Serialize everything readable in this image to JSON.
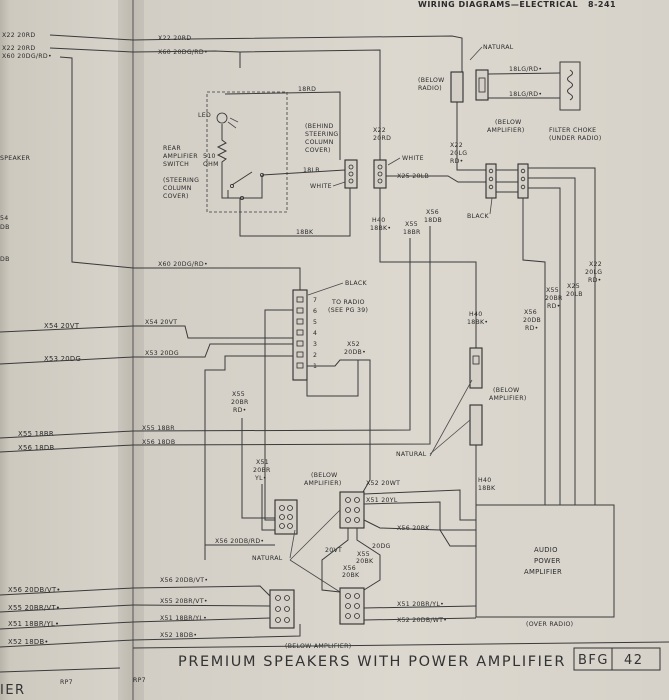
{
  "header": {
    "title": "WIRING DIAGRAMS—ELECTRICAL",
    "page_number": "8-241"
  },
  "left_page": {
    "wires_top": [
      "X22 20RD",
      "X22 20RD",
      "X60 20DG/RD•"
    ],
    "speaker_fragment": "SPEAKER",
    "fragment_54": "54",
    "fragment_db1": "DB",
    "fragment_db2": "DB",
    "mid_wires": [
      "X54 20VT",
      "X53 20DG",
      "X55 18BR",
      "X56 18DB"
    ],
    "bottom_wires": [
      "X56 20DB/VT•",
      "X55 20BR/VT•",
      "X51 18BR/YL•",
      "X52 18DB•"
    ],
    "footer_fragment": "IER",
    "footer_code": "RP7"
  },
  "right_page": {
    "labels": {
      "x22_20rd_top": "X22 20RD",
      "x60_20dg_rd_top": "X60 20DG/RD•",
      "natural_top": "NATURAL",
      "below_radio": [
        "(BELOW",
        "RADIO)"
      ],
      "w18bl_gr_1": "18LG/RD•",
      "w18bl_gr_2": "18LG/RD•",
      "filter_choke": [
        "FILTER CHOKE",
        "(UNDER RADIO)"
      ],
      "w18rd": "18RD",
      "led": "LED",
      "s10_ohm": [
        "510",
        "OHM"
      ],
      "rear_amp_switch": [
        "REAR",
        "AMPLIFIER",
        "SWITCH"
      ],
      "steering_column_cover": [
        "(STEERING",
        "COLUMN",
        "COVER)"
      ],
      "behind_steering": [
        "(BEHIND",
        "STEERING",
        "COLUMN",
        "COVER)"
      ],
      "w18lb": "18LB",
      "white_left": "WHITE",
      "x22_20rd_mid": [
        "X22",
        "20RD"
      ],
      "white_right": "WHITE",
      "x25_20lb": "X25 20LB",
      "x22_20lg": [
        "X22",
        "20LG",
        "RD•"
      ],
      "below_amplifier_top": [
        "(BELOW",
        "AMPLIFIER)"
      ],
      "black_mid": "BLACK",
      "h40_18bk_top": [
        "H40",
        "18BK•"
      ],
      "x56_18db": [
        "X56",
        "18DB"
      ],
      "x55_18br": [
        "X55",
        "18BR"
      ],
      "w18bk": "18BK",
      "x22_20lg_right": [
        "X22",
        "20LG",
        "RD•"
      ],
      "x25_20lb_right": [
        "X25",
        "20LB"
      ],
      "x55_20br_rd": [
        "X55",
        "20BR",
        "RD•"
      ],
      "x56_20db_rd": [
        "X56",
        "20DB",
        "RD•"
      ],
      "x60_20dg_rd_mid": "X60 20DG/RD•",
      "black_radio": "BLACK",
      "to_radio": [
        "TO RADIO",
        "(SEE PG 39)"
      ],
      "pin_numbers": [
        "7",
        "6",
        "5",
        "4",
        "3",
        "2",
        "1"
      ],
      "x54_20vt": "X54 20VT",
      "x53_20dg": "X53 20DG",
      "x52_20db": [
        "X52",
        "20DB•"
      ],
      "h40_18bk_mid": [
        "H40",
        "18BK•"
      ],
      "x55_20br_rd_left": [
        "X55",
        "20BR",
        "RD•"
      ],
      "below_amplifier_mid": [
        "(BELOW",
        "AMPLIFIER)"
      ],
      "x55_18br_in": "X55 18BR",
      "x56_18db_in": "X56 18DB",
      "natural_mid": "NATURAL",
      "h40_18bk_bottom": [
        "H40",
        "18BK"
      ],
      "x51_20br_yl": [
        "X51",
        "20BR",
        "YL•"
      ],
      "below_amplifier_left": [
        "(BELOW",
        "AMPLIFIER)"
      ],
      "x52_20wt": "X52 20WT",
      "x51_20yl": "X51 20YL",
      "x56_20bk": "X56 20BK",
      "x56_20db_rd_bottom": "X56 20DB/RD•",
      "natural_bottom": "NATURAL",
      "w20vt": "20VT",
      "w20dg": "20DG",
      "x55_20bk": [
        "X55",
        "20BK"
      ],
      "x56_20bk_small": [
        "X56",
        "20BK"
      ],
      "audio_power_amp": [
        "AUDIO",
        "POWER",
        "AMPLIFIER"
      ],
      "x56_20db_vt": "X56 20DB/VT•",
      "x55_20br_vt": "X55 20BR/VT•",
      "x51_18br_yl": "X51 18BR/YL•",
      "x52_18db": "X52 18DB•",
      "x51_20br_yl_bottom": "X51 20BR/YL•",
      "x52_20db_wt": "X52 20DB/WT•",
      "below_amplifier_bottom": "(BELOW AMPLIFIER)",
      "over_radio": "(OVER RADIO)"
    },
    "footer": {
      "title": "PREMIUM SPEAKERS WITH POWER AMPLIFIER",
      "code": "BFG",
      "page": "42",
      "left_code": "RP7"
    }
  }
}
